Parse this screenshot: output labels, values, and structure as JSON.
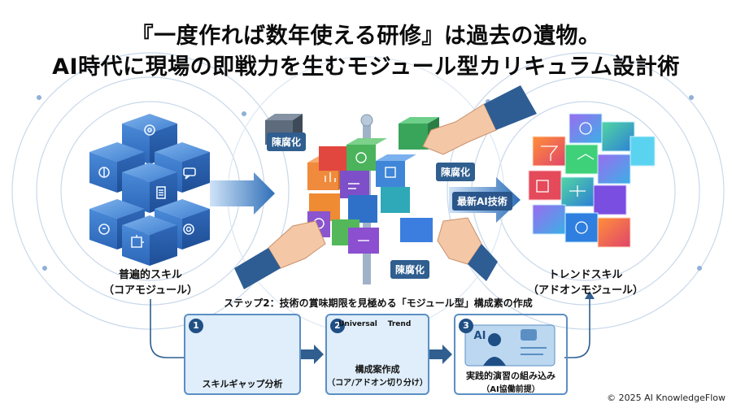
{
  "title": {
    "line1": "『一度作れば数年使える研修』は過去の遺物。",
    "line2": "AI時代に現場の即戦力を生むモジュール型カリキュラム設計術"
  },
  "left_cluster": {
    "label_line1": "普遍的スキル",
    "label_line2": "（コアモジュール）",
    "icons": [
      "gear-icon",
      "brain-icon",
      "chat-icon",
      "document-icon",
      "head-icon",
      "puzzle-icon",
      "cog-icon"
    ]
  },
  "center_tags": {
    "obsolete_top": "陳腐化",
    "obsolete_right": "陳腐化",
    "obsolete_bottom": "陳腐化",
    "latest_ai": "最新AI技術"
  },
  "right_cluster": {
    "label_line1": "トレンドスキル",
    "label_line2": "（アドオンモジュール）"
  },
  "step2": {
    "heading": "ステップ2：技術の賞味期限を見極める「モジュール型」構成素の作成",
    "steps": [
      {
        "num": "1",
        "label": "スキルギャップ分析"
      },
      {
        "num": "2",
        "label_line1": "構成案作成",
        "label_line2": "（コア/アドオン切り分け）",
        "col_left": "Universal",
        "col_right": "Trend"
      },
      {
        "num": "3",
        "label_line1": "実践的演習の組み込み",
        "label_line2": "（AI協働前提）",
        "screen_text": "AI"
      }
    ]
  },
  "copyright": "© 2025 AI KnowledgeFlow"
}
